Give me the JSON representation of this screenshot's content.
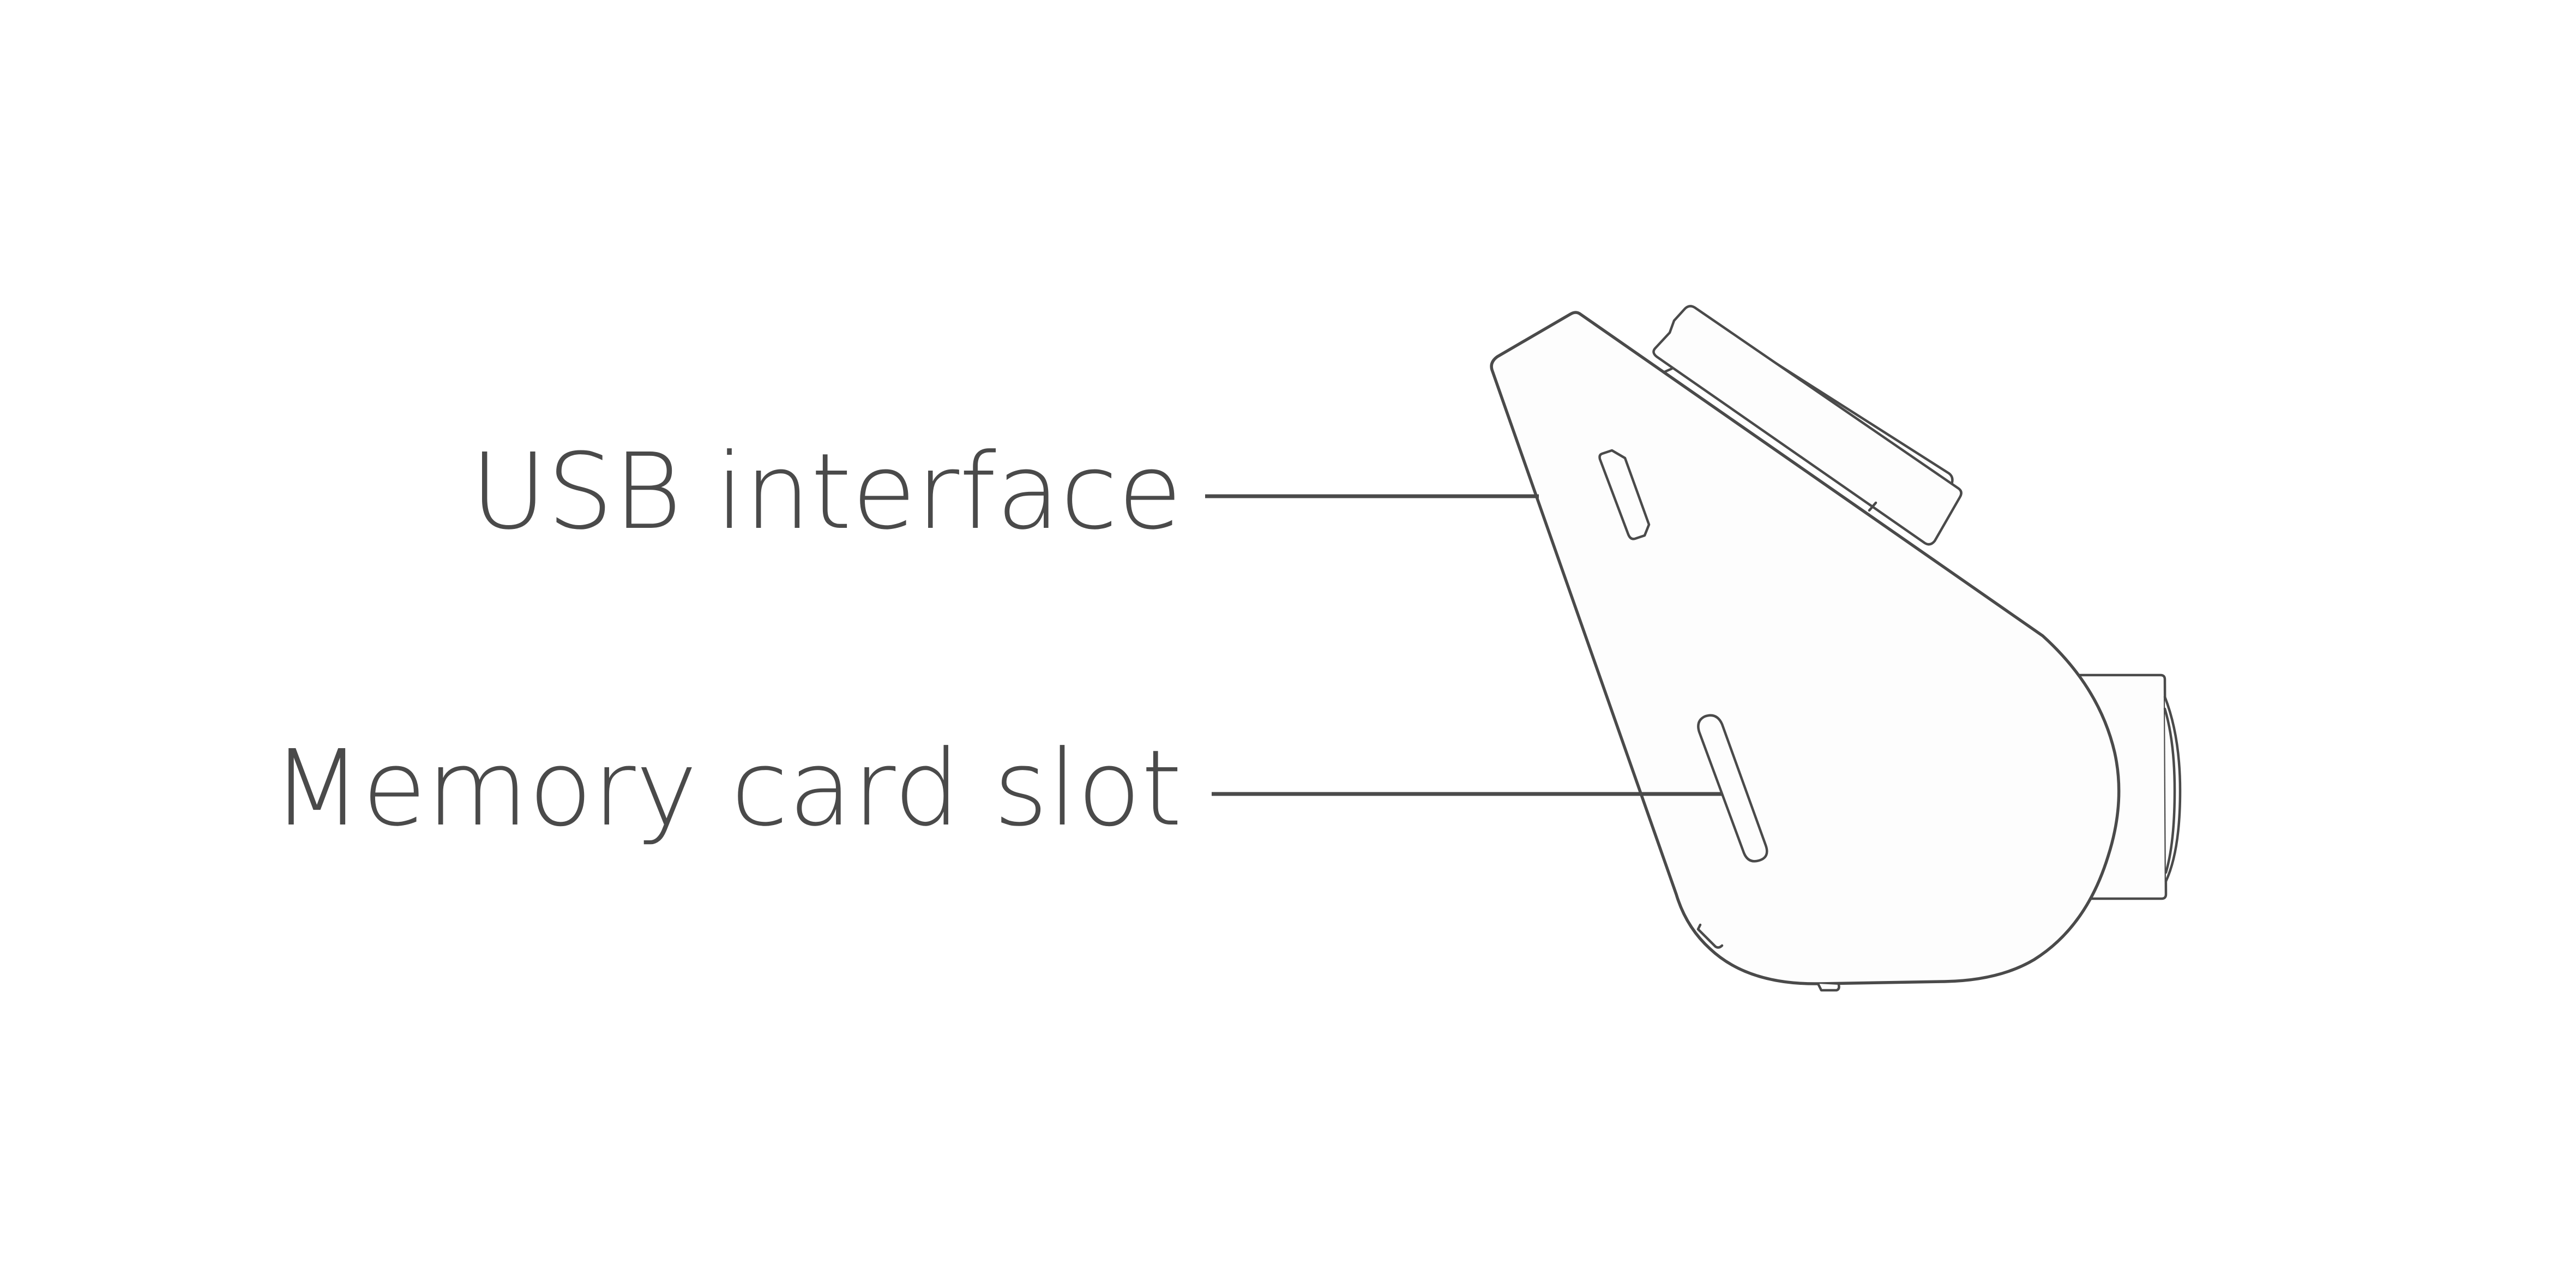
{
  "callouts": [
    {
      "label": "USB interface",
      "points_to": "usb-interface"
    },
    {
      "label": "Memory card slot",
      "points_to": "memory-card-slot"
    }
  ],
  "colors": {
    "line": "#4a4a4a",
    "device_fill": "#fdfdfd",
    "background": "#ffffff"
  }
}
